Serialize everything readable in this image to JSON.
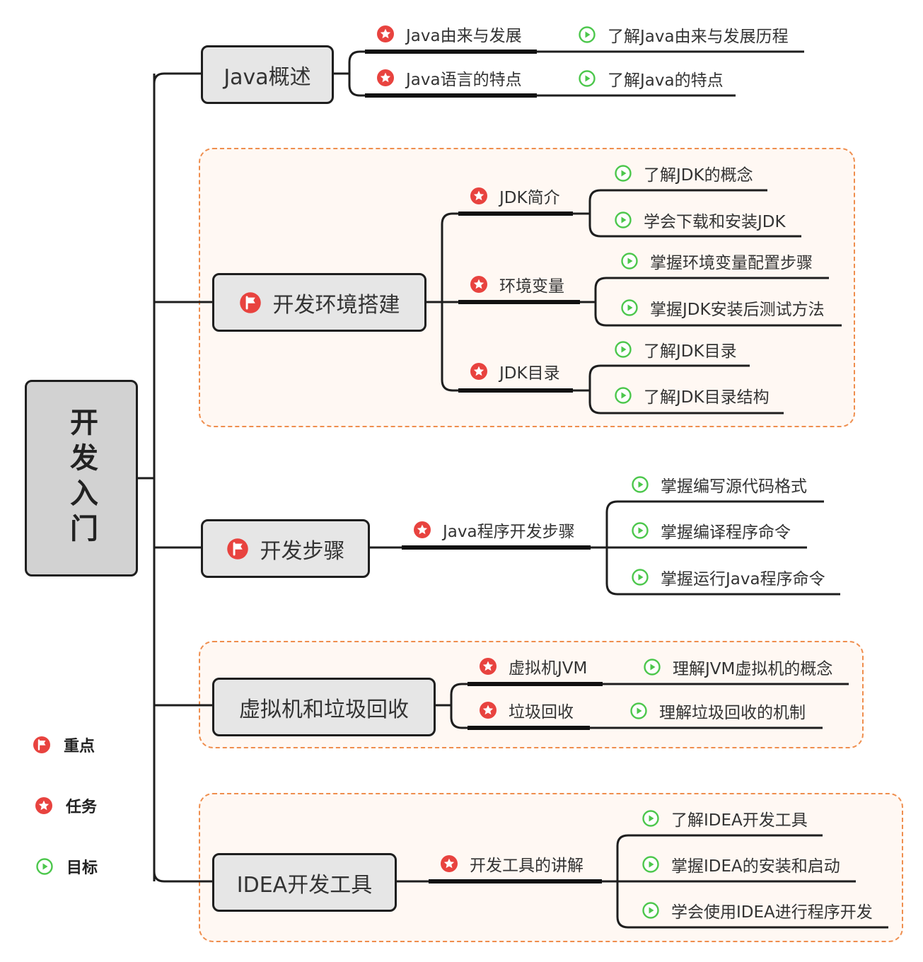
{
  "root": {
    "title": "开发入门"
  },
  "colors": {
    "key_point": "#e8433f",
    "task": "#e8433f",
    "goal": "#4cc74c",
    "group_border": "#ef8e4e",
    "group_fill": "#fff8f3",
    "node_fill": "#e6e6e6",
    "root_fill": "#d2d2d2"
  },
  "branches": [
    {
      "title": "Java概述",
      "icon": null,
      "tasks": [
        {
          "label": "Java由来与发展",
          "goals": [
            "了解Java由来与发展历程"
          ]
        },
        {
          "label": "Java语言的特点",
          "goals": [
            "了解Java的特点"
          ]
        }
      ]
    },
    {
      "title": "开发环境搭建",
      "icon": "flag-icon",
      "tasks": [
        {
          "label": "JDK简介",
          "goals": [
            "了解JDK的概念",
            "学会下载和安装JDK"
          ]
        },
        {
          "label": "环境变量",
          "goals": [
            "掌握环境变量配置步骤",
            "掌握JDK安装后测试方法"
          ]
        },
        {
          "label": "JDK目录",
          "goals": [
            "了解JDK目录",
            "了解JDK目录结构"
          ]
        }
      ]
    },
    {
      "title": "开发步骤",
      "icon": "flag-icon",
      "tasks": [
        {
          "label": "Java程序开发步骤",
          "goals": [
            "掌握编写源代码格式",
            "掌握编译程序命令",
            "掌握运行Java程序命令"
          ]
        }
      ]
    },
    {
      "title": "虚拟机和垃圾回收",
      "icon": null,
      "tasks": [
        {
          "label": "虚拟机JVM",
          "goals": [
            "理解JVM虚拟机的概念"
          ]
        },
        {
          "label": "垃圾回收",
          "goals": [
            "理解垃圾回收的机制"
          ]
        }
      ]
    },
    {
      "title": "IDEA开发工具",
      "icon": null,
      "tasks": [
        {
          "label": "开发工具的讲解",
          "goals": [
            "了解IDEA开发工具",
            "掌握IDEA的安装和启动",
            "学会使用IDEA进行程序开发"
          ]
        }
      ]
    }
  ],
  "legend": [
    {
      "icon": "flag-icon",
      "label": "重点"
    },
    {
      "icon": "star-icon",
      "label": "任务"
    },
    {
      "icon": "play-icon",
      "label": "目标"
    }
  ]
}
